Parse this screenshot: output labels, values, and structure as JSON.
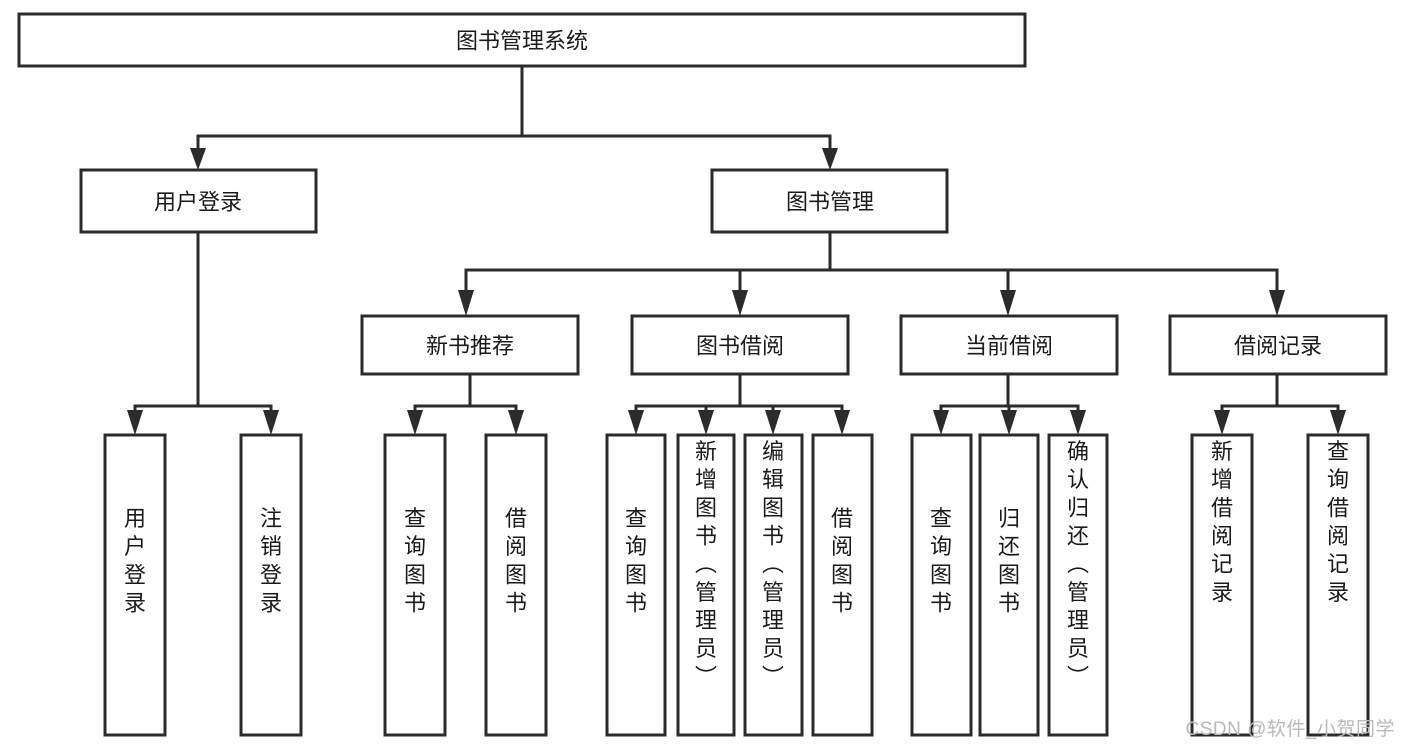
{
  "diagram": {
    "type": "tree-hierarchy",
    "title": "图书管理系统",
    "watermark": "CSDN @软件_小贺同学",
    "colors": {
      "stroke": "#2b2b2b",
      "fill": "#ffffff",
      "text": "#1a1a1a",
      "watermark": "#b9b9b9",
      "background": "#ffffff"
    },
    "levels": [
      {
        "level": 1,
        "nodes": [
          {
            "id": "root",
            "label": "图书管理系统",
            "orientation": "horizontal"
          }
        ]
      },
      {
        "level": 2,
        "nodes": [
          {
            "id": "user-login",
            "label": "用户登录",
            "orientation": "horizontal",
            "parent": "root"
          },
          {
            "id": "book-manage",
            "label": "图书管理",
            "orientation": "horizontal",
            "parent": "root"
          }
        ]
      },
      {
        "level": 3,
        "nodes": [
          {
            "id": "new-book-rec",
            "label": "新书推荐",
            "orientation": "horizontal",
            "parent": "book-manage"
          },
          {
            "id": "book-borrow",
            "label": "图书借阅",
            "orientation": "horizontal",
            "parent": "book-manage"
          },
          {
            "id": "current-borrow",
            "label": "当前借阅",
            "orientation": "horizontal",
            "parent": "book-manage"
          },
          {
            "id": "borrow-record",
            "label": "借阅记录",
            "orientation": "horizontal",
            "parent": "book-manage"
          }
        ]
      },
      {
        "level": 4,
        "nodes": [
          {
            "id": "leaf-user-login",
            "label": "用户登录",
            "orientation": "vertical",
            "parent": "user-login"
          },
          {
            "id": "leaf-logout",
            "label": "注销登录",
            "orientation": "vertical",
            "parent": "user-login"
          },
          {
            "id": "leaf-query-book-1",
            "label": "查询图书",
            "orientation": "vertical",
            "parent": "new-book-rec"
          },
          {
            "id": "leaf-borrow-book-1",
            "label": "借阅图书",
            "orientation": "vertical",
            "parent": "new-book-rec"
          },
          {
            "id": "leaf-query-book-2",
            "label": "查询图书",
            "orientation": "vertical",
            "parent": "book-borrow"
          },
          {
            "id": "leaf-add-book",
            "label": "新增图书（管理员）",
            "orientation": "vertical",
            "parent": "book-borrow"
          },
          {
            "id": "leaf-edit-book",
            "label": "编辑图书（管理员）",
            "orientation": "vertical",
            "parent": "book-borrow"
          },
          {
            "id": "leaf-borrow-book-2",
            "label": "借阅图书",
            "orientation": "vertical",
            "parent": "book-borrow"
          },
          {
            "id": "leaf-query-book-3",
            "label": "查询图书",
            "orientation": "vertical",
            "parent": "current-borrow"
          },
          {
            "id": "leaf-return-book",
            "label": "归还图书",
            "orientation": "vertical",
            "parent": "current-borrow"
          },
          {
            "id": "leaf-confirm-return",
            "label": "确认归还（管理员）",
            "orientation": "vertical",
            "parent": "current-borrow"
          },
          {
            "id": "leaf-add-record",
            "label": "新增借阅记录",
            "orientation": "vertical",
            "parent": "borrow-record"
          },
          {
            "id": "leaf-query-record",
            "label": "查询借阅记录",
            "orientation": "vertical",
            "parent": "borrow-record"
          }
        ]
      }
    ],
    "labels": {
      "root": "图书管理系统",
      "user_login": "用户登录",
      "book_manage": "图书管理",
      "new_book_rec": "新书推荐",
      "book_borrow": "图书借阅",
      "current_borrow": "当前借阅",
      "borrow_record": "借阅记录",
      "leaf_user_login": "用户登录",
      "leaf_logout": "注销登录",
      "leaf_query_book_1": "查询图书",
      "leaf_borrow_book_1": "借阅图书",
      "leaf_query_book_2": "查询图书",
      "leaf_add_book": "新增图书（管理员）",
      "leaf_edit_book": "编辑图书（管理员）",
      "leaf_borrow_book_2": "借阅图书",
      "leaf_query_book_3": "查询图书",
      "leaf_return_book": "归还图书",
      "leaf_confirm_return": "确认归还（管理员）",
      "leaf_add_record": "新增借阅记录",
      "leaf_query_record": "查询借阅记录"
    }
  }
}
